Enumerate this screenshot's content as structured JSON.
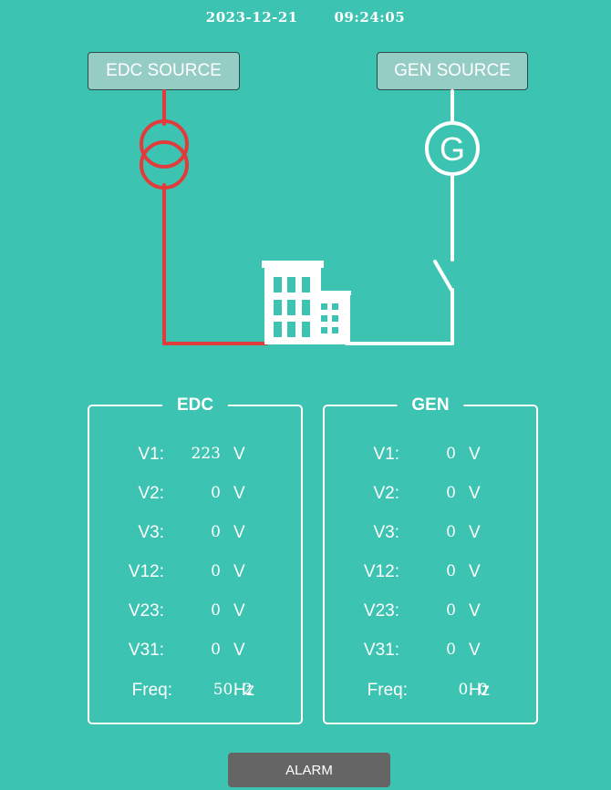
{
  "header": {
    "date": "2023-12-21",
    "time": "09:24:05"
  },
  "sources": {
    "edc_label": "EDC SOURCE",
    "gen_label": "GEN SOURCE",
    "gen_symbol": "G"
  },
  "edc": {
    "title": "EDC",
    "rows": [
      {
        "label": "V1:",
        "value": "223",
        "unit": "V"
      },
      {
        "label": "V2:",
        "value": "0",
        "unit": "V"
      },
      {
        "label": "V3:",
        "value": "0",
        "unit": "V"
      },
      {
        "label": "V12:",
        "value": "0",
        "unit": "V"
      },
      {
        "label": "V23:",
        "value": "0",
        "unit": "V"
      },
      {
        "label": "V31:",
        "value": "0",
        "unit": "V"
      },
      {
        "label": "Freq:",
        "value": "50. 2",
        "unit": "Hz"
      }
    ]
  },
  "gen": {
    "title": "GEN",
    "rows": [
      {
        "label": "V1:",
        "value": "0",
        "unit": "V"
      },
      {
        "label": "V2:",
        "value": "0",
        "unit": "V"
      },
      {
        "label": "V3:",
        "value": "0",
        "unit": "V"
      },
      {
        "label": "V12:",
        "value": "0",
        "unit": "V"
      },
      {
        "label": "V23:",
        "value": "0",
        "unit": "V"
      },
      {
        "label": "V31:",
        "value": "0",
        "unit": "V"
      },
      {
        "label": "Freq:",
        "value": "0. 0",
        "unit": "Hz"
      }
    ]
  },
  "alarm": {
    "label": "ALARM"
  },
  "colors": {
    "background": "#3dc3b1",
    "edc_line": "#e23b3b",
    "gen_line": "#ffffff",
    "button": "#95ccc4",
    "alarm": "#656565"
  },
  "icons": {
    "edc_source": "transformer-icon",
    "gen_source": "generator-icon",
    "load": "building-icon",
    "switch": "breaker-switch-icon"
  }
}
